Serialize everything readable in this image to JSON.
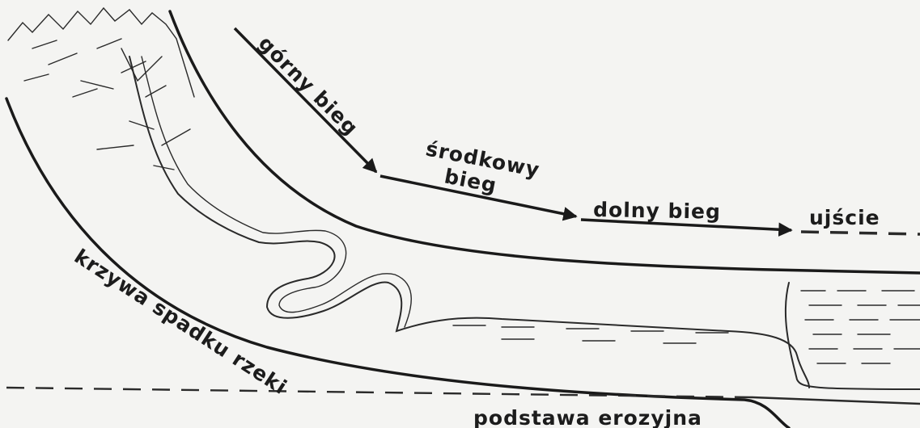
{
  "labels": {
    "upper_course": "górny bieg",
    "middle_course_line1": "środkowy",
    "middle_course_line2": "bieg",
    "lower_course": "dolny bieg",
    "mouth": "ujście",
    "gradient_curve": "krzywa spadku rzeki",
    "base_level": "podstawa erozyjna"
  },
  "colors": {
    "ink": "#1a1a1a",
    "paper": "#f4f4f2",
    "sediment": "#6d6d6d"
  }
}
